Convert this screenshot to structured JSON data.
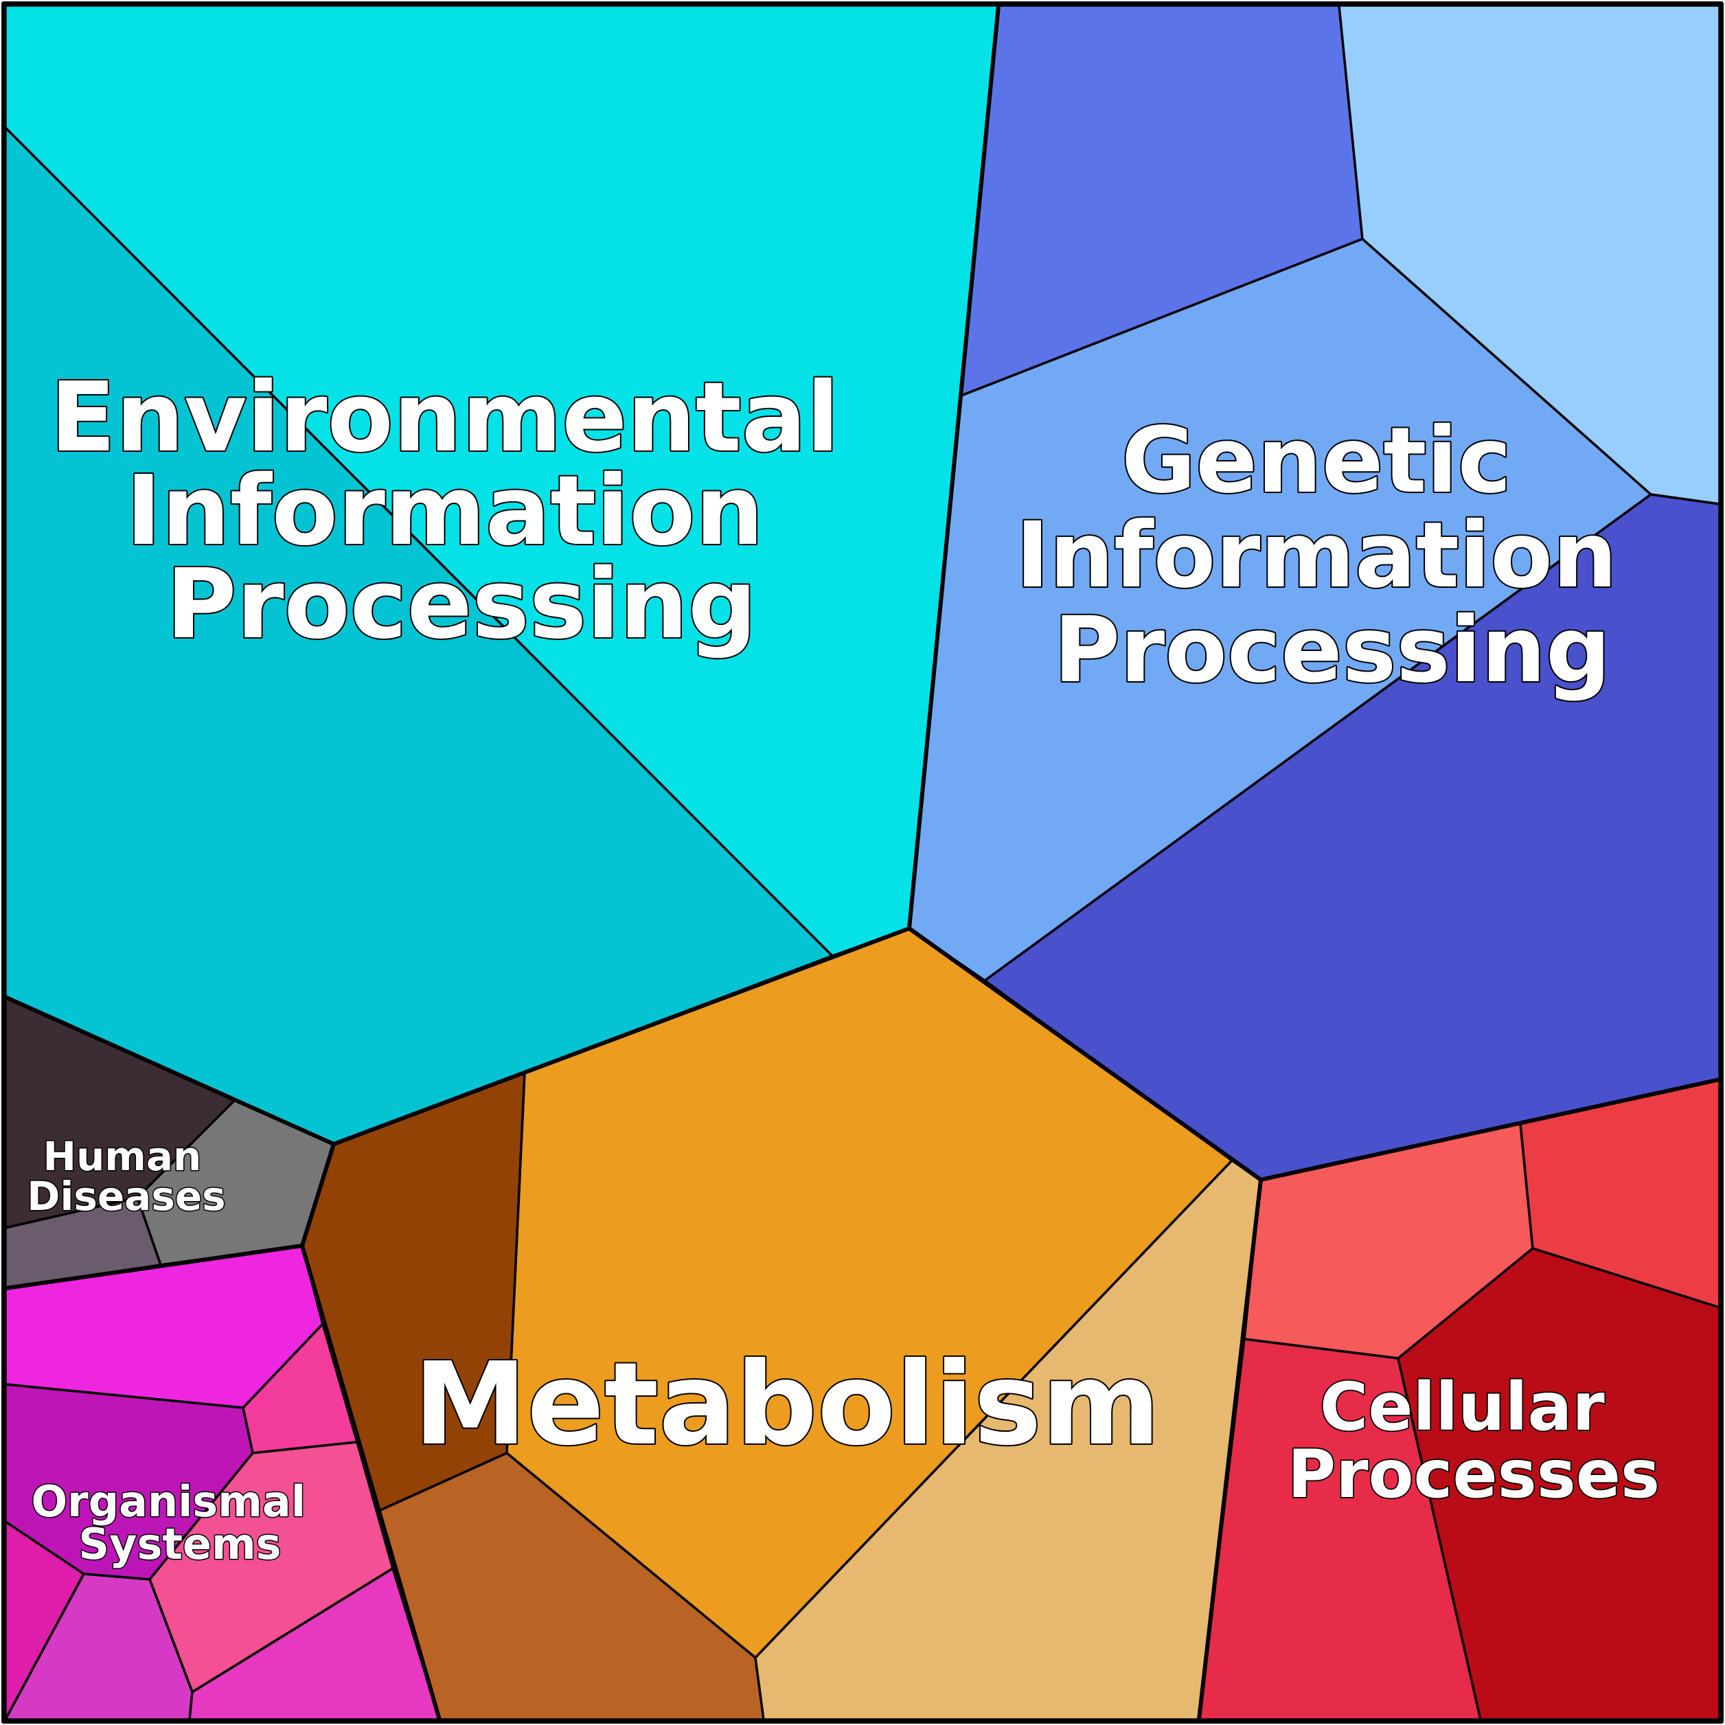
{
  "labels": {
    "environmental": [
      "Environmental",
      "Information",
      "Processing"
    ],
    "genetic": [
      "Genetic",
      "Information",
      "Processing"
    ],
    "metabolism": [
      "Metabolism"
    ],
    "cellular": [
      "Cellular",
      "Processes"
    ],
    "human": [
      "Human",
      "Diseases"
    ],
    "organismal": [
      "Organismal",
      "Systems"
    ]
  },
  "colors": {
    "env_light": "#04E2E8",
    "env_dark": "#04C4D4",
    "gen_blue": "#5B74E8",
    "gen_pale": "#97CEFD",
    "gen_mid": "#72A9F4",
    "gen_dark": "#4951CC",
    "meta_orange": "#EC9C1E",
    "meta_brown": "#924204",
    "meta_rust": "#B96424",
    "meta_tan": "#E7B86F",
    "cell_salmon": "#F75A5A",
    "cell_red": "#EC3C44",
    "cell_crimson": "#E62C48",
    "cell_dark": "#BA0C16",
    "hum_dark": "#3C2C34",
    "hum_grey": "#777777",
    "hum_mauve": "#6A5C6C",
    "org_magenta": "#EE26E0",
    "org_purple": "#BE16B6",
    "org_pink": "#F43C9C",
    "org_rose": "#F45094",
    "org_violet": "#D63AC4",
    "org_fuchsia": "#E638C0",
    "org_deep": "#E01EAC"
  }
}
